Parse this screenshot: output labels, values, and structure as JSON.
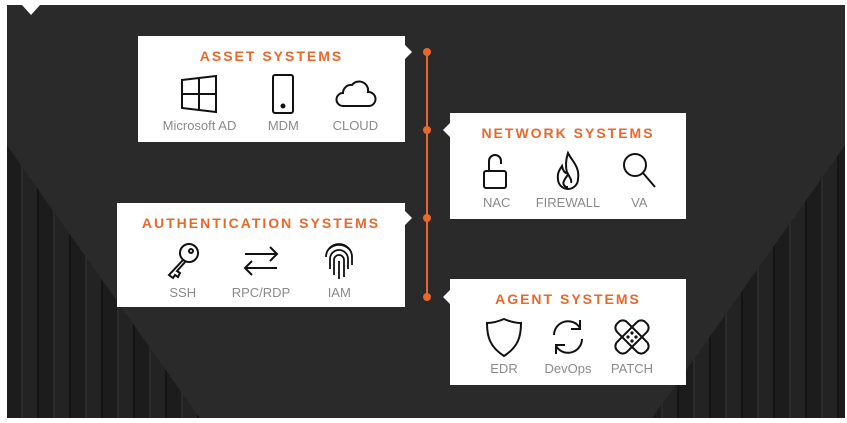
{
  "accent_color": "#e8682c",
  "groups": {
    "asset": {
      "title": "ASSET SYSTEMS",
      "items": [
        {
          "label": "Microsoft AD",
          "icon": "windows-icon"
        },
        {
          "label": "MDM",
          "icon": "mobile-phone-icon"
        },
        {
          "label": "CLOUD",
          "icon": "cloud-icon"
        }
      ]
    },
    "network": {
      "title": "NETWORK SYSTEMS",
      "items": [
        {
          "label": "NAC",
          "icon": "unlocked-padlock-icon"
        },
        {
          "label": "FIREWALL",
          "icon": "flame-icon"
        },
        {
          "label": "VA",
          "icon": "magnifier-icon"
        }
      ]
    },
    "auth": {
      "title": "AUTHENTICATION SYSTEMS",
      "items": [
        {
          "label": "SSH",
          "icon": "key-icon"
        },
        {
          "label": "RPC/RDP",
          "icon": "exchange-arrows-icon"
        },
        {
          "label": "IAM",
          "icon": "fingerprint-icon"
        }
      ]
    },
    "agent": {
      "title": "AGENT SYSTEMS",
      "items": [
        {
          "label": "EDR",
          "icon": "shield-icon"
        },
        {
          "label": "DevOps",
          "icon": "sync-icon"
        },
        {
          "label": "PATCH",
          "icon": "bandage-icon"
        }
      ]
    }
  }
}
